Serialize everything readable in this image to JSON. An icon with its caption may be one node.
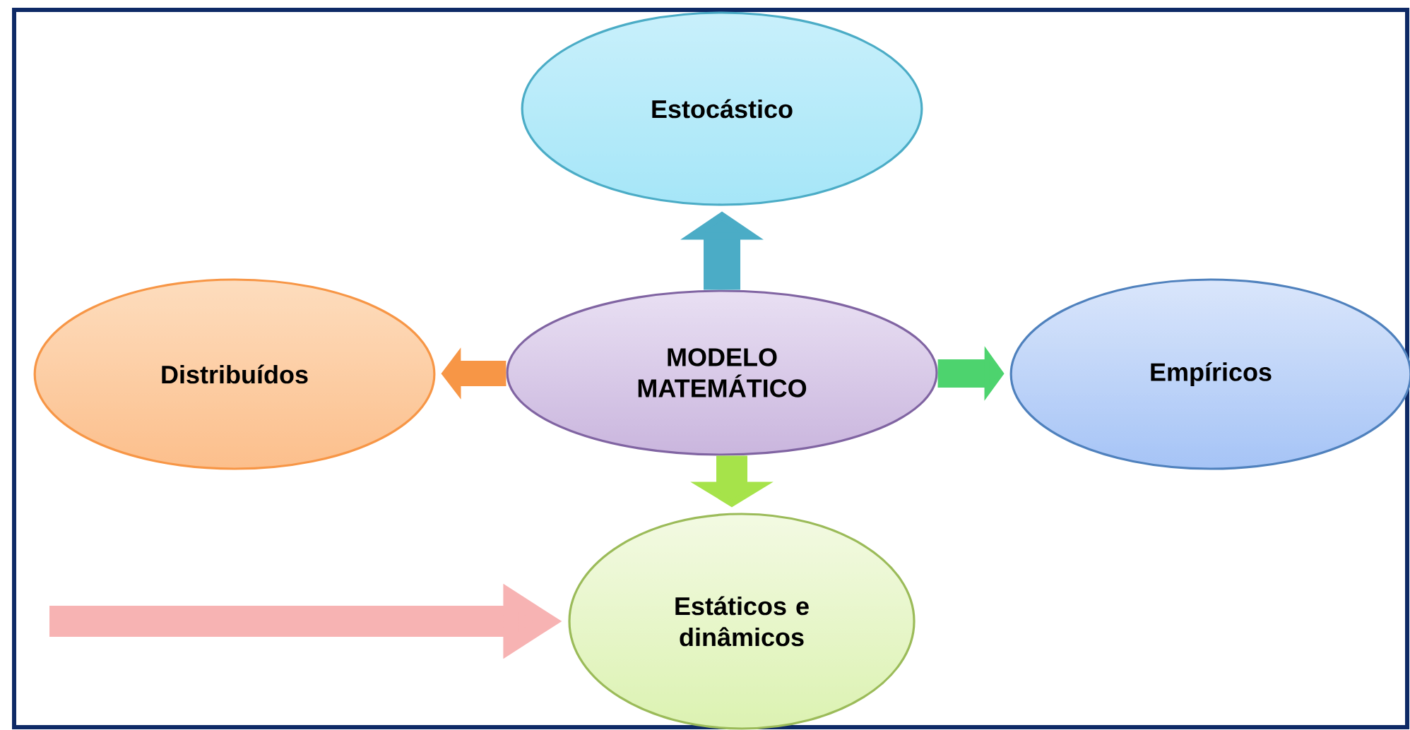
{
  "diagram": {
    "nodes": [
      {
        "text": [
          "Estocástico"
        ]
      },
      {
        "text": [
          "Distribuídos"
        ]
      },
      {
        "text": [
          "MODELO MATEMÁTICO"
        ]
      },
      {
        "text": [
          "Empíricos"
        ]
      },
      {
        "text": [
          "Estáticos e dinâmicos"
        ]
      }
    ],
    "edges": [
      {
        "from": 2,
        "to": 0,
        "arrow": "to",
        "color": "#4bacc6"
      },
      {
        "from": 2,
        "to": 1,
        "arrow": "to",
        "color": "#f79646"
      },
      {
        "from": 2,
        "to": 3,
        "arrow": "to",
        "color": "#4dd36e"
      },
      {
        "from": 2,
        "to": 4,
        "arrow": "to",
        "color": "#a6e34a"
      },
      {
        "from": null,
        "to": 4,
        "arrow": "to",
        "color": "#f7b3b3"
      }
    ]
  }
}
